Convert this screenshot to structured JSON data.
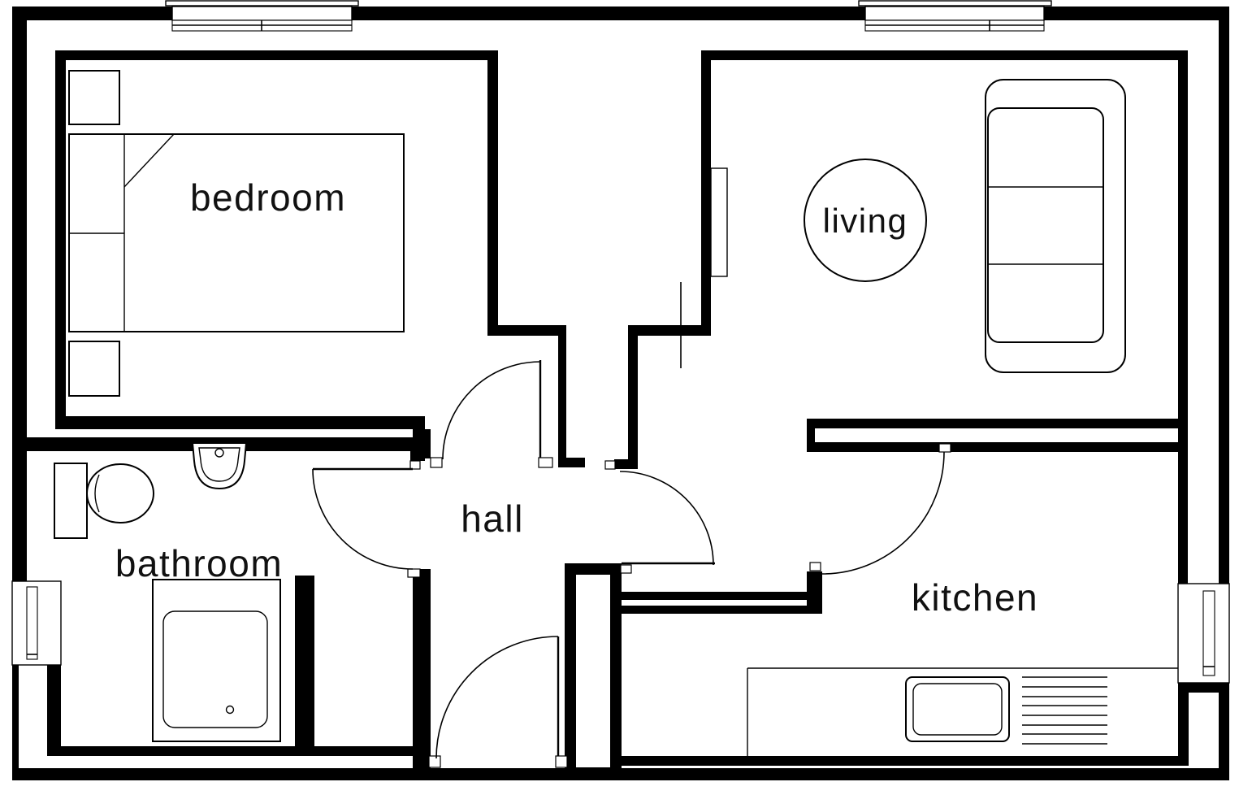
{
  "colors": {
    "wall": "#000000",
    "bg": "#ffffff",
    "label": "#111111"
  },
  "rooms": {
    "bedroom": {
      "label": "bedroom"
    },
    "living": {
      "label": "living"
    },
    "hall": {
      "label": "hall"
    },
    "bathroom": {
      "label": "bathroom"
    },
    "kitchen": {
      "label": "kitchen"
    }
  },
  "icons": {
    "furniture": [
      "bed-icon",
      "nightstand-icon",
      "sofa-icon",
      "round-table-icon",
      "radiator-icon",
      "toilet-icon",
      "basin-icon",
      "shower-tray-icon",
      "worktop-icon",
      "kitchen-sink-icon",
      "drainer-icon"
    ],
    "architecture": [
      "window-icon",
      "door-swing-icon",
      "door-stop-icon",
      "wall-segment"
    ]
  }
}
